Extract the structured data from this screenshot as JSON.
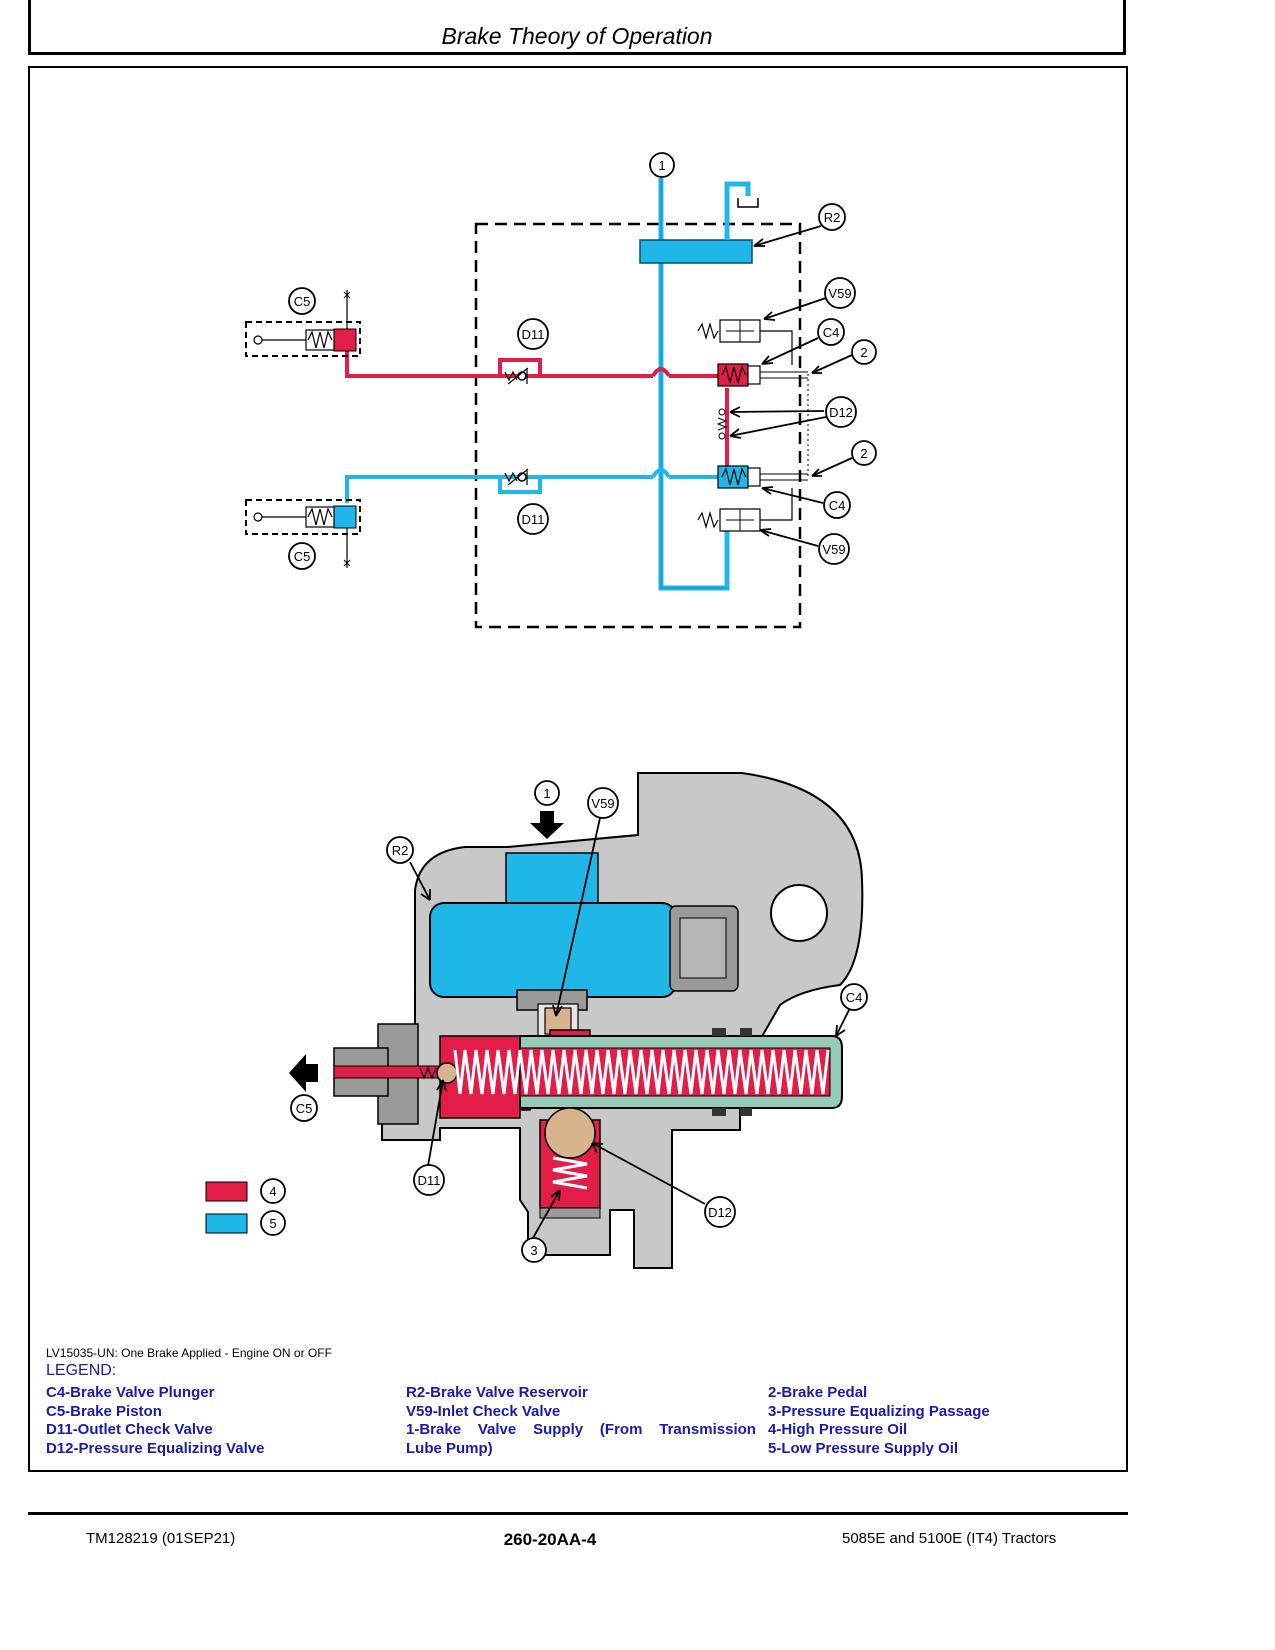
{
  "header": {
    "title": "Brake Theory of Operation"
  },
  "schematic_labels": {
    "supply": "1",
    "reservoir": "R2",
    "inlet_check_top": "V59",
    "plunger_top": "C4",
    "pedal_top": "2",
    "equalizing_valve": "D12",
    "pedal_bottom": "2",
    "plunger_bottom": "C4",
    "inlet_check_bottom": "V59",
    "outlet_check_top": "D11",
    "outlet_check_bottom": "D11",
    "piston_top": "C5",
    "piston_bottom": "C5"
  },
  "cutaway_labels": {
    "supply": "1",
    "inlet_check": "V59",
    "reservoir": "R2",
    "plunger": "C4",
    "piston": "C5",
    "outlet_check": "D11",
    "equalizing_valve": "D12",
    "passage": "3"
  },
  "color_key": [
    {
      "number": "4",
      "color": "#e11d48"
    },
    {
      "number": "5",
      "color": "#1fb6e8"
    }
  ],
  "colors": {
    "high_pressure": "#e11d48",
    "low_pressure": "#1fb6e8",
    "housing": "#c8c8c8",
    "plunger": "#96c9b6",
    "ball": "#c8a27a"
  },
  "caption": "LV15035-UN: One Brake Applied - Engine ON or OFF",
  "legend": {
    "title": "LEGEND:",
    "col1": [
      "C4-Brake Valve Plunger",
      "C5-Brake Piston",
      "D11-Outlet Check Valve",
      "D12-Pressure Equalizing Valve"
    ],
    "col2": [
      "R2-Brake Valve Reservoir",
      "V59-Inlet Check Valve"
    ],
    "col2_wrapped": [
      "1-Brake",
      "Valve",
      "Supply",
      "(From",
      "Transmission"
    ],
    "col2_last": "Lube Pump)",
    "col3": [
      "2-Brake Pedal",
      "3-Pressure Equalizing Passage",
      "4-High Pressure Oil",
      "5-Low Pressure Supply Oil"
    ]
  },
  "footer": {
    "doc_id": "TM128219 (01SEP21)",
    "page_number": "260-20AA-4",
    "product": "5085E and 5100E (IT4) Tractors"
  }
}
